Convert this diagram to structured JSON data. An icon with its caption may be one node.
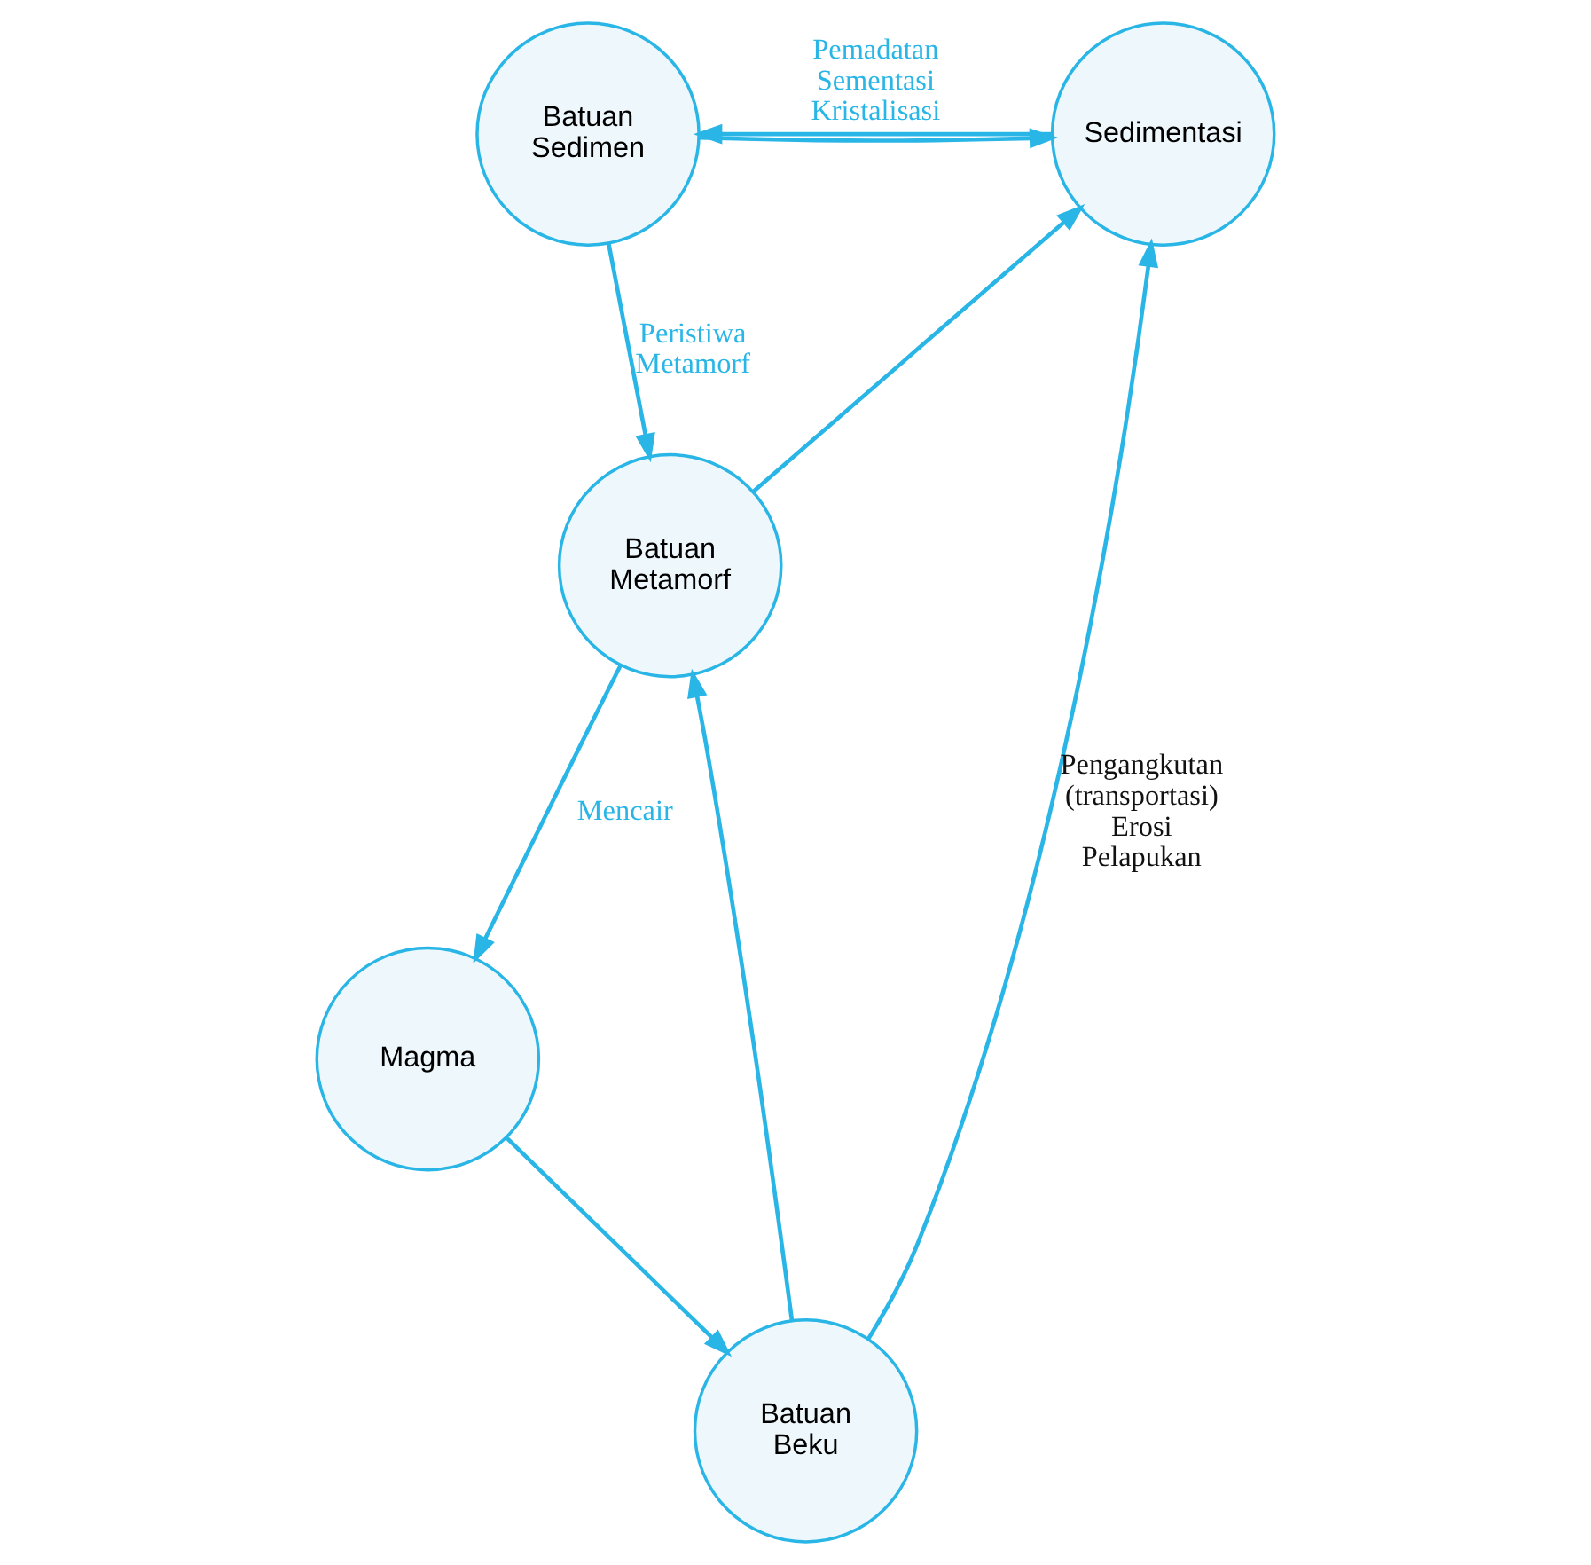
{
  "diagram": {
    "nodes": [
      {
        "text": [
          "Batuan Sedimen"
        ]
      },
      {
        "text": [
          "Sedimentasi"
        ]
      },
      {
        "text": [
          "Batuan Metamorf"
        ]
      },
      {
        "text": [
          "Batuan Beku"
        ]
      },
      {
        "text": [
          "Magma"
        ]
      }
    ],
    "edges": [
      {
        "from": 1,
        "to": 0,
        "arrow": "to",
        "label": "Pemadatan Sementasi Kristalisasi"
      },
      {
        "from": 0,
        "to": 2,
        "arrow": "to",
        "label": "Peristiwa Metamorf"
      },
      {
        "from": 0,
        "to": 1,
        "arrow": "to"
      },
      {
        "from": 2,
        "to": 1,
        "arrow": "to"
      },
      {
        "from": 3,
        "to": 2,
        "arrow": "to"
      },
      {
        "from": 3,
        "to": 1,
        "arrow": "to",
        "label": "Pengangkutan (transportasi) Erosi Pelapukan"
      },
      {
        "from": 2,
        "to": 4,
        "arrow": "to",
        "label": "Mencair"
      },
      {
        "from": 4,
        "to": 3,
        "arrow": "to"
      }
    ]
  }
}
